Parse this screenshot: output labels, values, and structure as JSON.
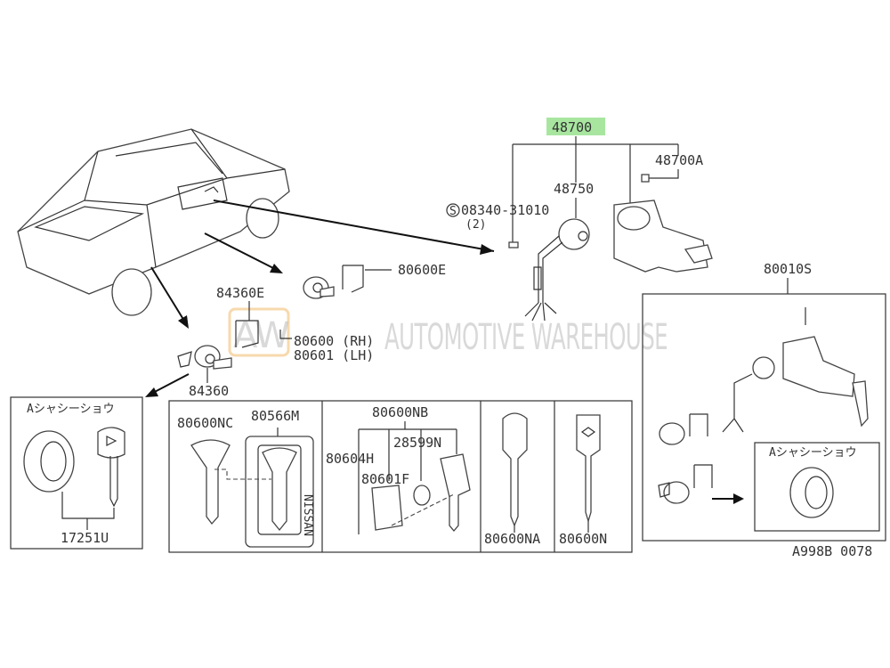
{
  "watermark": {
    "logo": "AW",
    "text": "AUTOMOTIVE WAREHOUSE"
  },
  "parts": {
    "ignition_set": "48700",
    "ignition_set_highlight": "#a8e6a0",
    "bolt": "48700A",
    "switch": "48750",
    "screw": "08340-31010",
    "screw_symbol": "S",
    "screw_qty": "(2)",
    "door_lock_retainer": "80600E",
    "trunk_retainer": "84360E",
    "door_cyl_rh": "80600 (RH)",
    "door_cyl_lh": "80601 (LH)",
    "trunk_cyl": "84360",
    "kit": "80010S",
    "chassis_note_left": "Aシャシーショウ",
    "chassis_note_right": "Aシャシーショウ",
    "chassis_part": "17251U",
    "key_nc": "80600NC",
    "key_case": "80566M",
    "key_nb": "80600NB",
    "key_h": "80604H",
    "battery": "28599N",
    "key_f": "80601F",
    "key_na": "80600NA",
    "key_n": "80600N",
    "case_brand": "NISSAN",
    "diagram_code": "A998B 0078"
  }
}
